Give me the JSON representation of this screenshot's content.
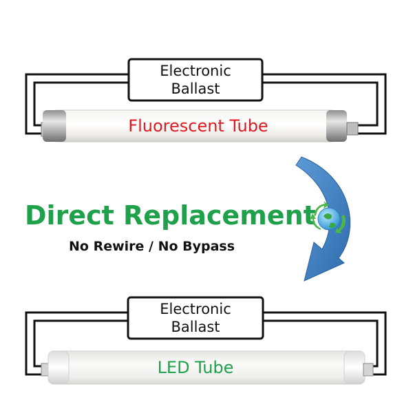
{
  "top": {
    "ballast_line1": "Electronic",
    "ballast_line2": "Ballast",
    "tube_label": "Fluorescent Tube",
    "tube_label_color": "#e0191f"
  },
  "middle": {
    "headline": "Direct Replacement",
    "headline_color": "#1fa04a",
    "subline": "No Rewire / No Bypass",
    "icon": "eco-recycle-globe-icon",
    "arrow_color": "#3f7fc0"
  },
  "bottom": {
    "ballast_line1": "Electronic",
    "ballast_line2": "Ballast",
    "tube_label": "LED Tube",
    "tube_label_color": "#1fa04a"
  }
}
